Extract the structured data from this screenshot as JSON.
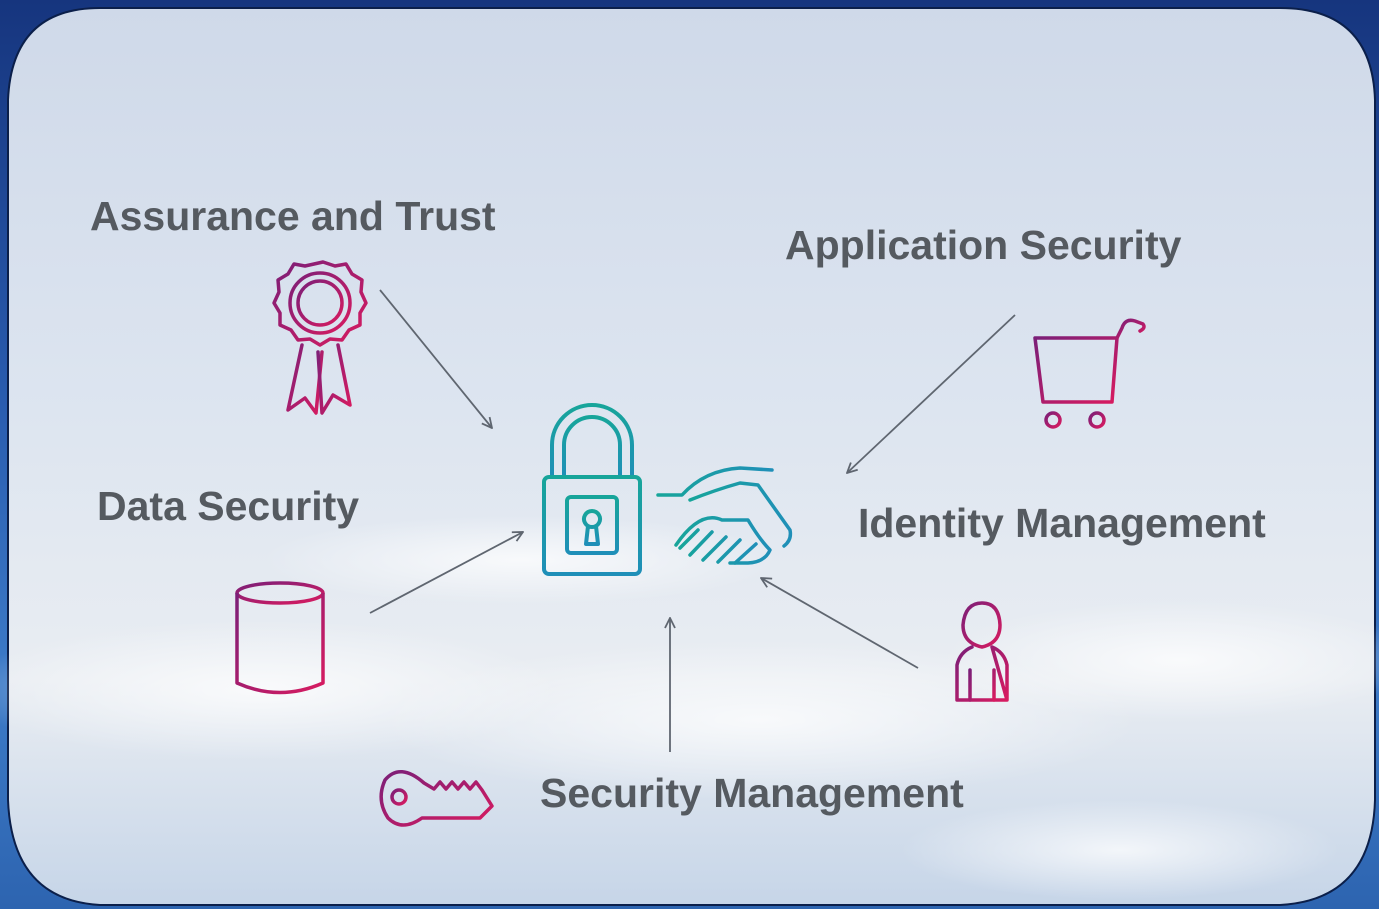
{
  "labels": {
    "assurance": "Assurance and Trust",
    "application": "Application Security",
    "data": "Data Security",
    "identity": "Identity Management",
    "security_management": "Security Management"
  },
  "icons": {
    "center": [
      "padlock-icon",
      "handshake-icon"
    ],
    "assurance": "award-ribbon-icon",
    "application": "shopping-cart-icon",
    "data": "database-cylinder-icon",
    "identity": "person-icon",
    "security_management": "key-icon"
  },
  "colors": {
    "icon_gradient_start": "#7b1f78",
    "icon_gradient_end": "#d81b60",
    "center_gradient_start": "#17a59a",
    "center_gradient_end": "#1f8fb8",
    "label_text": "#555a60",
    "arrow": "#5f6670",
    "panel_border": "#0b1f4a"
  }
}
